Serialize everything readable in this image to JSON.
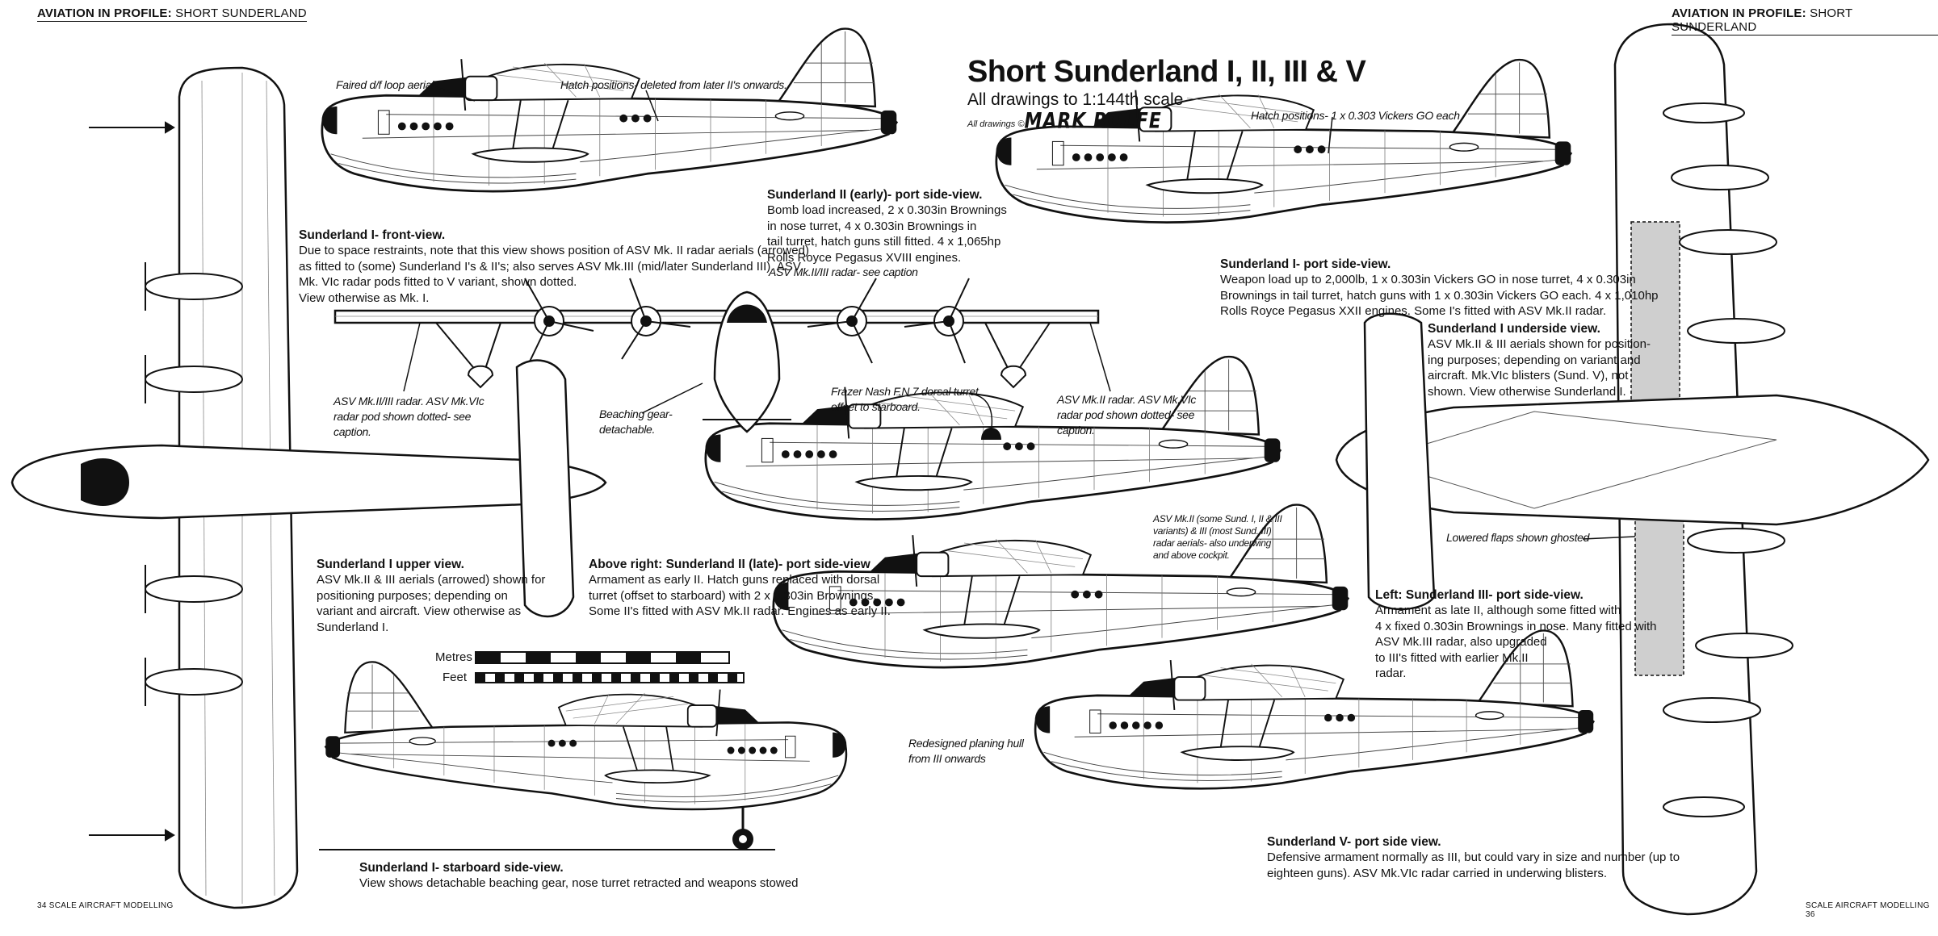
{
  "header": {
    "left_bold": "Aviation in Profile:",
    "left_normal": "Short Sunderland",
    "right_bold": "Aviation in Profile:",
    "right_normal": "Short Sunderland"
  },
  "footer": {
    "left": "34  SCALE AIRCRAFT MODELLING",
    "right": "SCALE AIRCRAFT MODELLING  36"
  },
  "title_block": {
    "title": "Short Sunderland I, II, III & V",
    "subtitle": "All drawings to 1:144th scale",
    "credit": "All drawings ©",
    "artist": "MARK ROLFE"
  },
  "labels": {
    "faired_loop": "Faired d/f loop aerial.",
    "hatch_deleted": "Hatch positions- deleted from later II's onwards.",
    "hatch_vickers": "Hatch positions- 1 x 0.303 Vickers GO each",
    "asv_see_caption": "ASV Mk.II/III radar- see caption",
    "asv_left": "ASV Mk.II/III radar. ASV Mk.VIc\nradar pod shown dotted- see\n caption.",
    "beaching_gear": "Beaching gear-\ndetachable.",
    "frazer_nash": "Frazer Nash F.N.7 dorsal turret\noffset to starboard.",
    "asv_right": "ASV Mk.II radar. ASV Mk.VIc\nradar pod shown dotted- see\n caption.",
    "asv_aerials": "ASV Mk.II (some Sund. I, II & III\nvariants) & III (most Sund. III)\nradar aerials- also underwing\nand above cockpit.",
    "lowered_flaps": "Lowered flaps shown ghosted",
    "planing_hull": "Redesigned planing hull\nfrom III onwards"
  },
  "scale": {
    "metres": "Metres",
    "feet": "Feet"
  },
  "captions": {
    "front_view": {
      "title": "Sunderland I- front-view.",
      "body": "Due to space restraints, note that this view shows position of ASV Mk. II radar aerials (arrowed)\nas fitted to (some) Sunderland I's & II's; also serves ASV Mk.III (mid/later Sunderland III). ASV\nMk. VIc radar pods fitted to V variant, shown dotted.\nView otherwise as Mk. I."
    },
    "ii_early": {
      "title": "Sunderland II (early)- port side-view.",
      "body": "Bomb load increased, 2 x 0.303in Brownings\nin nose turret, 4 x 0.303in Brownings in\ntail turret, hatch guns still fitted. 4 x 1,065hp\nRolls Royce Pegasus XVIII engines."
    },
    "i_port": {
      "title": "Sunderland I- port side-view.",
      "body": "Weapon load up to 2,000lb, 1 x 0.303in Vickers GO in nose turret, 4 x 0.303in\nBrownings in tail turret, hatch guns with 1 x 0.303in Vickers GO each. 4 x 1,010hp\nRolls Royce Pegasus XXII engines.            Some I's fitted with ASV Mk.II radar."
    },
    "underside": {
      "title": "Sunderland I underside view.",
      "body": "ASV Mk.II & III aerials shown for position-\ning purposes; depending on variant and\naircraft. Mk.VIc blisters (Sund. V), not\nshown. View otherwise Sunderland I."
    },
    "upper": {
      "title": "Sunderland I upper view.",
      "body": "ASV Mk.II & III aerials (arrowed) shown for\npositioning purposes; depending on\nvariant and aircraft. View otherwise as\nSunderland I."
    },
    "ii_late": {
      "title": "Above right: Sunderland II (late)- port side-view",
      "body": "Armament as early II. Hatch guns replaced with dorsal\nturret (offset to starboard) with 2 x 0.303in Brownings.\nSome II's fitted with ASV Mk.II radar. Engines as early II."
    },
    "iii_port": {
      "title": "Left: Sunderland III- port side-view.",
      "body": "Armament as late II, although some fitted with\n4 x fixed 0.303in Brownings in nose. Many fitted with\nASV Mk.III radar, also upgraded\nto III's fitted with earlier Mk.II\nradar."
    },
    "starboard": {
      "title": "Sunderland I- starboard side-view.",
      "body": "View shows detachable beaching gear, nose turret retracted and weapons stowed"
    },
    "v_port": {
      "title": "Sunderland V- port side view.",
      "body": "Defensive armament normally as III, but could vary in size and number (up to\neighteen guns). ASV Mk.VIc radar carried in underwing blisters."
    }
  },
  "colors": {
    "ink": "#111111",
    "paper": "#ffffff",
    "ghost": "#cfcfcf"
  }
}
